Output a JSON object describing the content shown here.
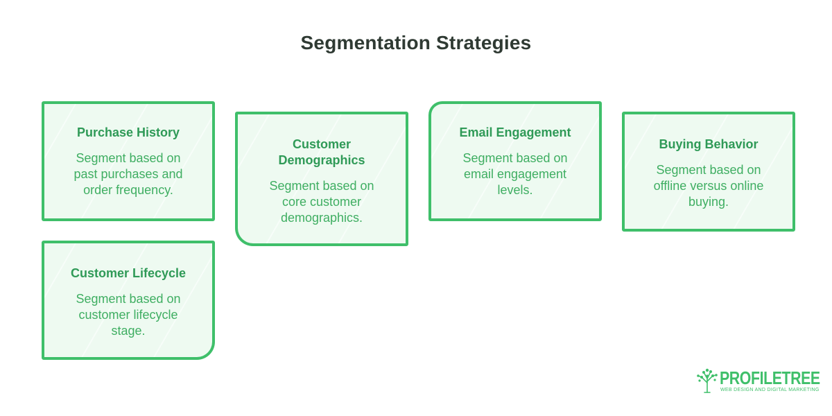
{
  "title": "Segmentation Strategies",
  "cards": [
    {
      "title": "Purchase History",
      "description": "Segment based on past purchases and order frequency."
    },
    {
      "title": "Customer Demographics",
      "description": "Segment based on core customer demographics."
    },
    {
      "title": "Email Engagement",
      "description": "Segment based on email engagement levels."
    },
    {
      "title": "Buying Behavior",
      "description": "Segment based on offline versus online buying."
    },
    {
      "title": "Customer Lifecycle",
      "description": "Segment based on customer lifecycle stage."
    }
  ],
  "logo": {
    "name": "PROFILETREE",
    "tagline": "WEB DESIGN AND DIGITAL MARKETING",
    "icon": "tree-icon"
  },
  "colors": {
    "accent": "#3fbf6a",
    "card_fill": "#eefaf1",
    "title_text": "#2f3a33"
  }
}
